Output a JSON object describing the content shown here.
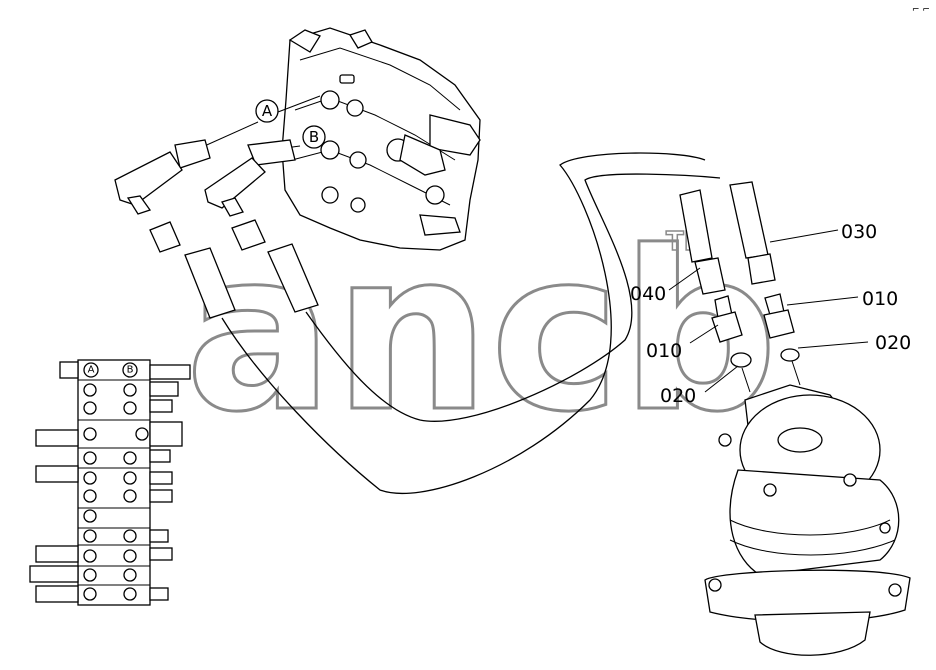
{
  "watermark": {
    "text": "ancb",
    "tm": "TM"
  },
  "corner_mark": "⌐ ⌐",
  "callouts": [
    {
      "id": "030",
      "text": "030"
    },
    {
      "id": "040",
      "text": "040"
    },
    {
      "id": "010a",
      "text": "010"
    },
    {
      "id": "010b",
      "text": "010"
    },
    {
      "id": "020a",
      "text": "020"
    },
    {
      "id": "020b",
      "text": "020"
    }
  ],
  "port_markers": {
    "a": "A",
    "b": "B"
  },
  "schematic_markers": {
    "a": "A",
    "b": "B"
  }
}
